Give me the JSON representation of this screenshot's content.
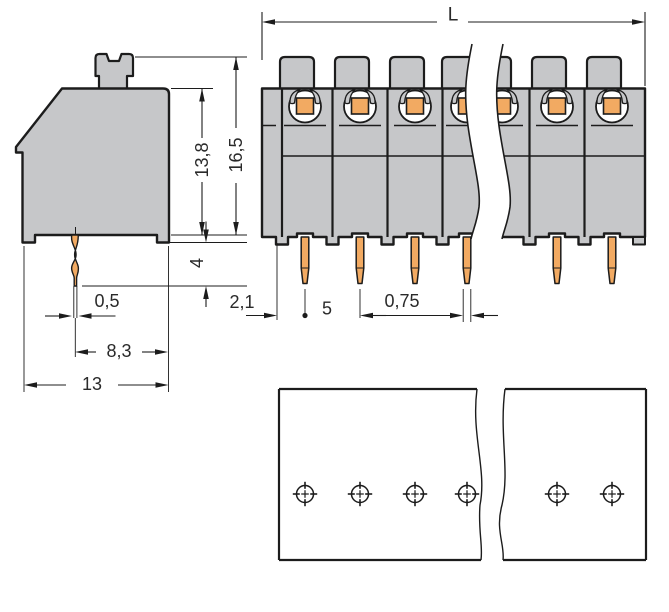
{
  "drawing": {
    "kind": "technical dimension drawing",
    "subject": "PCB terminal block, push-button actuation, solder pins",
    "unit": "mm"
  },
  "colors": {
    "housing_gray": "#c6c7c9",
    "contact_orange": "#f2aa62",
    "line_dark": "#1c1c1c",
    "dim_text": "#2a2a2a",
    "background": "#ffffff"
  },
  "side_view": {
    "dims": {
      "total_width": "13",
      "pin_to_edge": "8,3",
      "pin_thickness": "0,5",
      "pin_length": "4",
      "housing_height": "13,8",
      "total_height": "16,5"
    }
  },
  "front_view": {
    "positions_visible": 6,
    "dims": {
      "total_length": "L",
      "edge_to_first_pin": "2,1",
      "pin_pitch": "5",
      "pin_width": "0,75"
    }
  },
  "footprint": {
    "holes_visible": 6
  }
}
